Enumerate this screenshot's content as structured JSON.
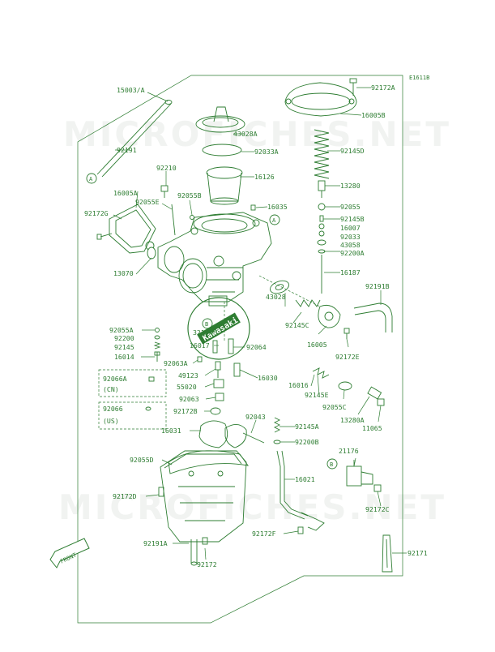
{
  "diagram_code": "E1611B",
  "watermark": "MICROFICHES.NET",
  "brand_emblem": "Kawasaki",
  "front_arrow_label": "FRONT",
  "ref_a": "A",
  "ref_b": "B",
  "parts": {
    "p15003A": "15003/A",
    "p92191": "92191",
    "p92210": "92210",
    "p16005A": "16005A",
    "p92055E": "92055E",
    "p92172G": "92172G",
    "p13070": "13070",
    "p92055B": "92055B",
    "p16035": "16035",
    "p43028A": "43028A",
    "p92033A": "92033A",
    "p16126": "16126",
    "p92172A": "92172A",
    "p16005B": "16005B",
    "p92145D": "92145D",
    "p13280": "13280",
    "p92055": "92055",
    "p92145B": "92145B",
    "p16007": "16007",
    "p92033": "92033",
    "p43058": "43058",
    "p92200A": "92200A",
    "p16187": "16187",
    "p92191B": "92191B",
    "p43028": "43028",
    "p92145C": "92145C",
    "p16005": "16005",
    "p92172E": "92172E",
    "p92055A": "92055A",
    "p92200": "92200",
    "p92145": "92145",
    "p16014": "16014",
    "p32154": "32154",
    "p16017": "16017",
    "p92064": "92064",
    "p92063A": "92063A",
    "p49123": "49123",
    "p16030": "16030",
    "p55020": "55020",
    "p92063": "92063",
    "p16016": "16016",
    "p92145E": "92145E",
    "p92055C": "92055C",
    "p13280A": "13280A",
    "p11065": "11065",
    "p92066A": "92066A",
    "cn": "(CN)",
    "p92066": "92066",
    "us": "(US)",
    "p92172B": "92172B",
    "p16031": "16031",
    "p92043": "92043",
    "p92145A": "92145A",
    "p92200B": "92200B",
    "p92055D": "92055D",
    "p16021": "16021",
    "p21176": "21176",
    "p92172D": "92172D",
    "p92172C": "92172C",
    "p92172F": "92172F",
    "p92191A": "92191A",
    "p92172": "92172",
    "p92171": "92171"
  }
}
